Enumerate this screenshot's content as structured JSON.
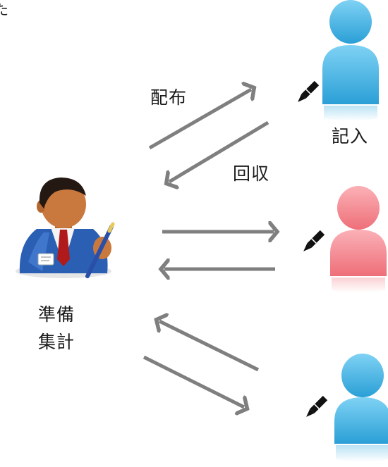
{
  "corner_mark": "た",
  "labels": {
    "distribute": "配布",
    "collect": "回収",
    "fill_in": "記入",
    "organizer_line1": "準備",
    "organizer_line2": "集計"
  },
  "colors": {
    "arrow": "#7f7f7f",
    "participant_blue": "#3aaedf",
    "participant_red": "#f27c84",
    "organizer_suit": "#2a5fb4",
    "organizer_tie": "#b01a1a",
    "text": "#1a1a1a"
  },
  "icons": {
    "organizer": "businessman-with-pen-icon",
    "participant": "person-silhouette-icon",
    "pen": "pencil-icon"
  }
}
